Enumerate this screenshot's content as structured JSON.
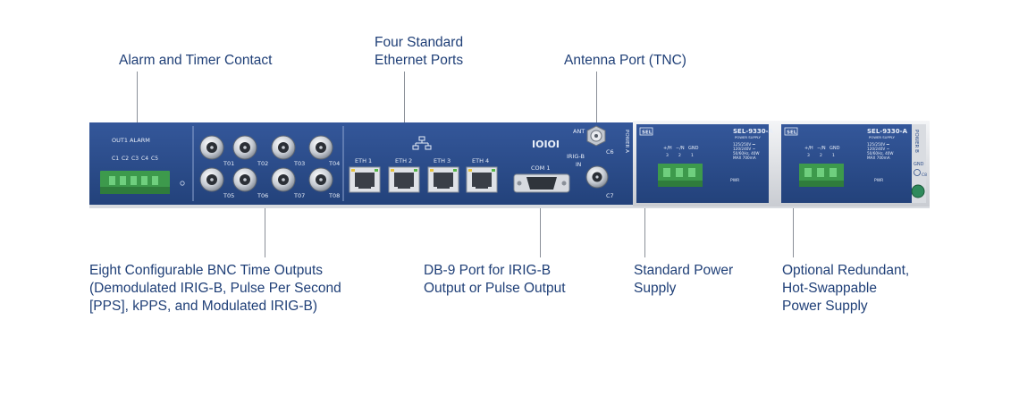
{
  "callouts": {
    "alarm": "Alarm and Timer Contact",
    "ethernet_line1": "Four Standard",
    "ethernet_line2": "Ethernet Ports",
    "antenna": "Antenna Port (TNC)",
    "bnc_line1": "Eight Configurable BNC Time Outputs",
    "bnc_line2": "(Demodulated IRIG-B, Pulse Per Second",
    "bnc_line3": "[PPS], kPPS, and Modulated IRIG-B)",
    "db9_line1": "DB-9 Port for IRIG-B",
    "db9_line2": "Output or Pulse Output",
    "std_power_line1": "Standard Power",
    "std_power_line2": "Supply",
    "red_power_line1": "Optional Redundant,",
    "red_power_line2": "Hot-Swappable",
    "red_power_line3": "Power Supply"
  },
  "panel": {
    "alarm_header": "OUT1 ALARM",
    "contacts": [
      "C1",
      "C2",
      "C3",
      "C4",
      "C5"
    ],
    "bnc_labels": [
      "T01",
      "T02",
      "T03",
      "T04",
      "T05",
      "T06",
      "T07",
      "T08"
    ],
    "eth_labels": [
      "ETH 1",
      "ETH 2",
      "ETH 3",
      "ETH 4"
    ],
    "serial_icon": "IOIOI",
    "com_label": "COM 1",
    "ant_label": "ANT",
    "irig_label": "IRIG-B",
    "in_label": "IN",
    "c6": "C6",
    "c7": "C7",
    "power_a": "POWER A",
    "power_b": "POWER B",
    "ps_brand": "SEL",
    "ps_model": "SEL-9330-A",
    "ps_sub": "POWER SUPPLY",
    "ps_spec1": "125/250V ⎓",
    "ps_spec2": "120/240V ~",
    "ps_spec3": "50/60Hz, 40W",
    "ps_spec4": "MAX 700mA",
    "ps_pins": [
      "+/H",
      "−/N",
      "GND"
    ],
    "ps_pin_nums": [
      "3",
      "2",
      "1"
    ],
    "pwr": "PWR",
    "gnd": "GND",
    "c8": "C8"
  },
  "colors": {
    "panel": "#2c4c88",
    "callout_text": "#1f3f77",
    "terminal_green": "#3d9a4c"
  }
}
